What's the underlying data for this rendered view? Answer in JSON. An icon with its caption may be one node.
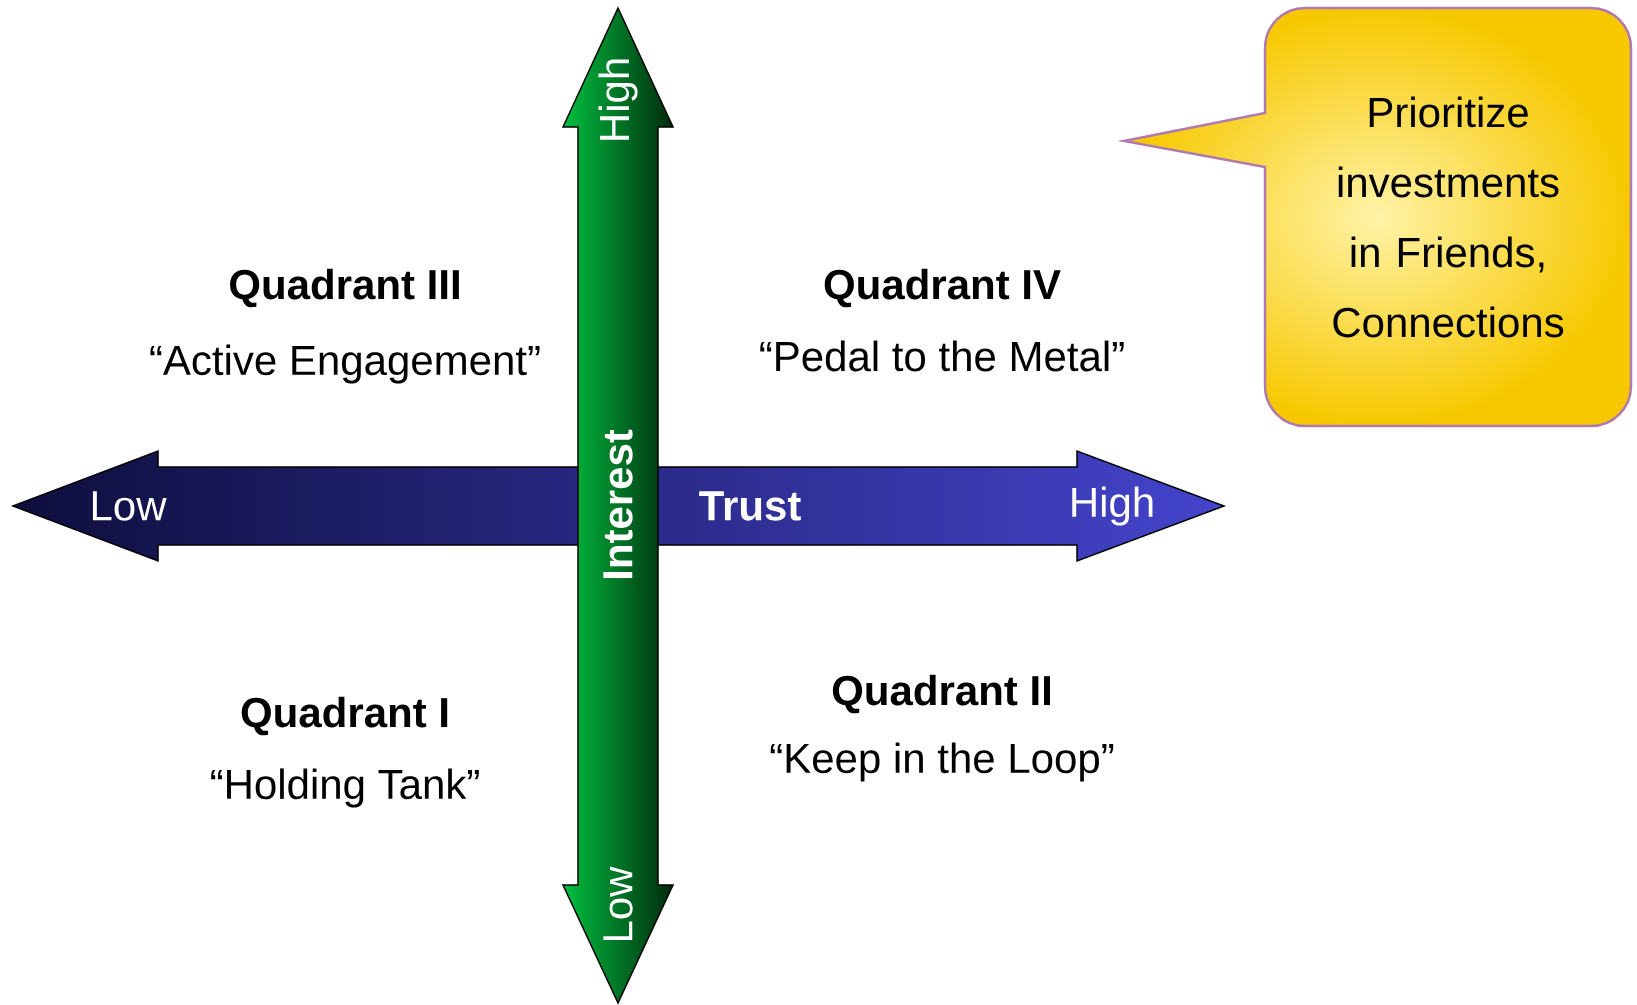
{
  "diagram": {
    "nodes": [
      {
        "text": [
          "Prioritize investments in Friends, Connections"
        ]
      }
    ],
    "edges": [],
    "labels": [
      "High",
      "Quadrant III",
      "“Active Engagement”",
      "Quadrant IV",
      "“Pedal to the Metal”",
      "Interest",
      "Low",
      "Trust",
      "High",
      "Quadrant I",
      "“Holding Tank”",
      "Quadrant II",
      "“Keep in the Loop”",
      "Low"
    ]
  }
}
